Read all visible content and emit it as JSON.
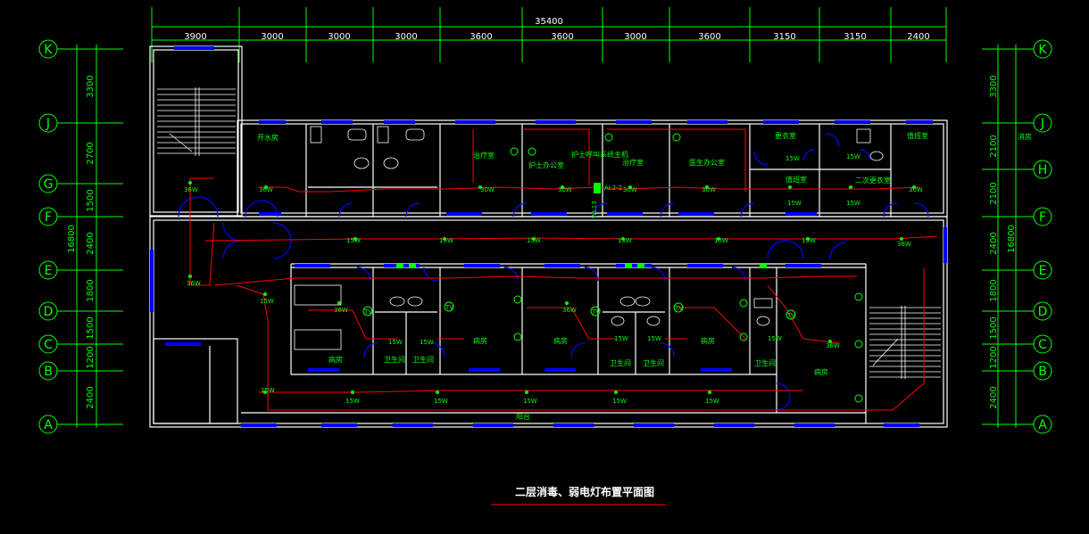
{
  "title": "二层消毒、弱电灯布置平面图",
  "top_dimensions": {
    "total": "35400",
    "segments": [
      "3900",
      "3000",
      "3000",
      "3000",
      "3600",
      "3600",
      "3000",
      "3600",
      "3150",
      "3150",
      "2400"
    ]
  },
  "axes": {
    "left": [
      "K",
      "J",
      "G",
      "F",
      "E",
      "D",
      "C",
      "B",
      "A"
    ],
    "right": [
      "K",
      "J",
      "H",
      "F",
      "E",
      "D",
      "C",
      "B",
      "A"
    ]
  },
  "side_dimensions": {
    "left_total": "16800",
    "left": [
      "3300",
      "2700",
      "1500",
      "2400",
      "1800",
      "1500",
      "1200",
      "2400"
    ],
    "right_total": "16800",
    "right": [
      "3300",
      "2100",
      "2100",
      "2400",
      "1800",
      "1500",
      "1200",
      "2400"
    ],
    "right_note": "消房"
  },
  "rooms": [
    {
      "name": "治疗室"
    },
    {
      "name": "护士办公室"
    },
    {
      "name": "护士呼叫系统主机"
    },
    {
      "name": "治疗室"
    },
    {
      "name": "医生办公室"
    },
    {
      "name": "更衣室"
    },
    {
      "name": "值班室"
    },
    {
      "name": "二次更衣室"
    },
    {
      "name": "值班室"
    },
    {
      "name": "开水房"
    },
    {
      "name": "病房"
    },
    {
      "name": "卫生间"
    },
    {
      "name": "卫生间"
    },
    {
      "name": "病房"
    },
    {
      "name": "病房"
    },
    {
      "name": "卫生间"
    },
    {
      "name": "卫生间"
    },
    {
      "name": "病房"
    },
    {
      "name": "卫生间"
    },
    {
      "name": "病房"
    },
    {
      "name": "阳台"
    }
  ],
  "fixture_labels": {
    "w36": "36W",
    "w15": "15W",
    "w30": "30W",
    "tv": "TV",
    "panel": "AL2-2",
    "riser": "WL13"
  },
  "colors": {
    "wall": "#ffffff",
    "dim": "#00ff00",
    "wire": "#ff0000",
    "window": "#0000ff"
  }
}
